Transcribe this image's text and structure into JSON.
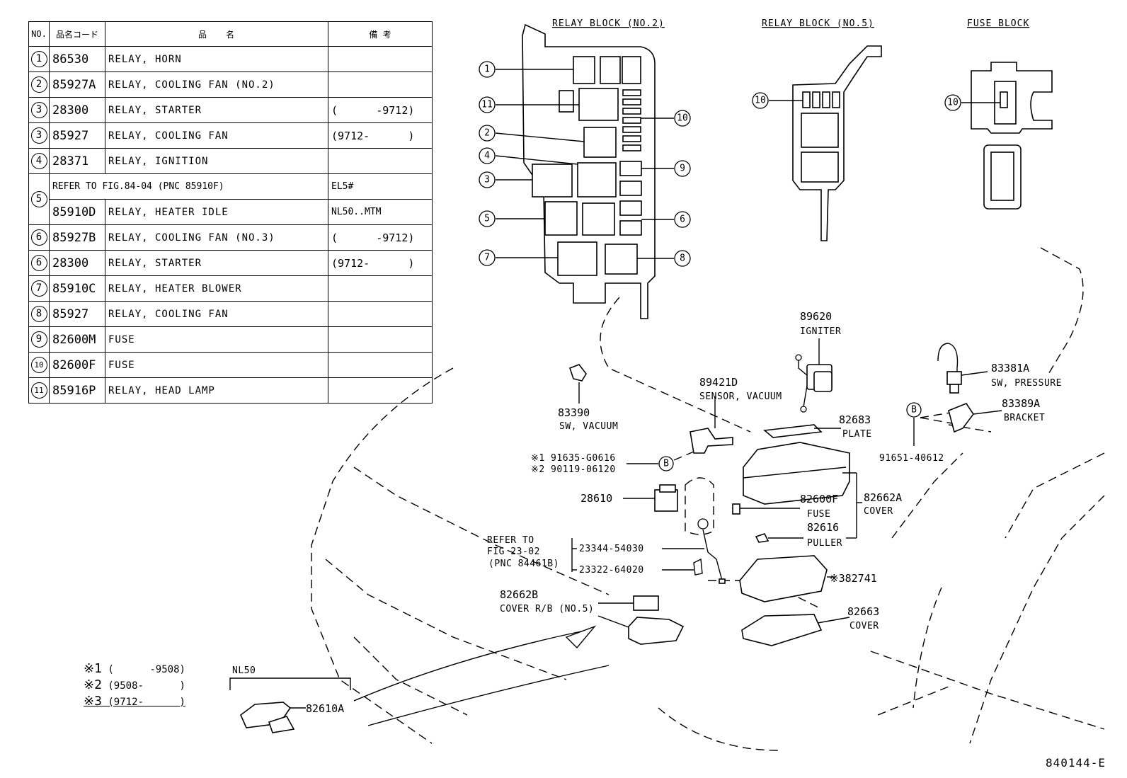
{
  "table": {
    "headers": [
      "NO.",
      "品名コード",
      "品　　名",
      "備 考"
    ],
    "rows": [
      {
        "no": "1",
        "code": "86530",
        "name": "RELAY, HORN",
        "note": ""
      },
      {
        "no": "2",
        "code": "85927A",
        "name": "RELAY, COOLING FAN (NO.2)",
        "note": ""
      },
      {
        "no": "3",
        "code": "28300",
        "name": "RELAY, STARTER",
        "note": "(      -9712)"
      },
      {
        "no": "3",
        "code": "85927",
        "name": "RELAY, COOLING FAN",
        "note": "(9712-      )"
      },
      {
        "no": "4",
        "code": "28371",
        "name": "RELAY, IGNITION",
        "note": ""
      },
      {
        "no": "5",
        "code": "REFER TO FIG.84-04  (PNC 85910F)",
        "name": "",
        "note": "EL5#"
      },
      {
        "no": "",
        "code": "85910D",
        "name": "RELAY, HEATER IDLE",
        "note": "NL50..MTM"
      },
      {
        "no": "6",
        "code": "85927B",
        "name": "RELAY, COOLING FAN (NO.3)",
        "note": "(      -9712)"
      },
      {
        "no": "6",
        "code": "28300",
        "name": "RELAY, STARTER",
        "note": "(9712-      )"
      },
      {
        "no": "7",
        "code": "85910C",
        "name": "RELAY, HEATER BLOWER",
        "note": ""
      },
      {
        "no": "8",
        "code": "85927",
        "name": "RELAY, COOLING FAN",
        "note": ""
      },
      {
        "no": "9",
        "code": "82600M",
        "name": "FUSE",
        "note": ""
      },
      {
        "no": "10",
        "code": "82600F",
        "name": "FUSE",
        "note": ""
      },
      {
        "no": "11",
        "code": "85916P",
        "name": "RELAY, HEAD LAMP",
        "note": ""
      }
    ]
  },
  "blocks": {
    "relay2": "RELAY BLOCK (NO.2)",
    "relay5": "RELAY BLOCK (NO.5)",
    "fuse": "FUSE BLOCK"
  },
  "callouts": {
    "c1": "1",
    "c2": "2",
    "c3": "3",
    "c4": "4",
    "c5": "5",
    "c6": "6",
    "c7": "7",
    "c8": "8",
    "c9": "9",
    "c10": "10",
    "c11": "11",
    "b": "B"
  },
  "parts": {
    "p89620": "89620",
    "p89620_name": "IGNITER",
    "p83381A": "83381A",
    "p83381A_name": "SW, PRESSURE",
    "p83389A": "83389A",
    "p83389A_name": "BRACKET",
    "p89421D": "89421D",
    "p89421D_name": "SENSOR, VACUUM",
    "p83390": "83390",
    "p83390_name": "SW, VACUUM",
    "p82683": "82683",
    "p82683_name": "PLATE",
    "p91651": "91651-40612",
    "bolt1": "※1 91635-G0616",
    "bolt2": "※2 90119-06120",
    "p28610": "28610",
    "p82600F": "82600F",
    "p82600F_name": "FUSE",
    "p82662A": "82662A",
    "p82662A_name": "COVER",
    "p82616": "82616",
    "p82616_name": "PULLER",
    "refer1": "REFER TO",
    "refer2": "FIG 23-02",
    "refer3": "(PNC 84461B)",
    "p23344": "23344-54030",
    "p23322": "23322-64020",
    "p382741": "※382741",
    "p82662B": "82662B",
    "p82662B_name": "COVER R/B (NO.5)",
    "p82663": "82663",
    "p82663_name": "COVER",
    "nl50": "NL50",
    "p82610A": "82610A"
  },
  "notes": [
    {
      "mark": "※1",
      "text": "(      -9508)"
    },
    {
      "mark": "※2",
      "text": "(9508-      )"
    },
    {
      "mark": "※3",
      "text": "(9712-      )"
    }
  ],
  "footer": "840144-E"
}
